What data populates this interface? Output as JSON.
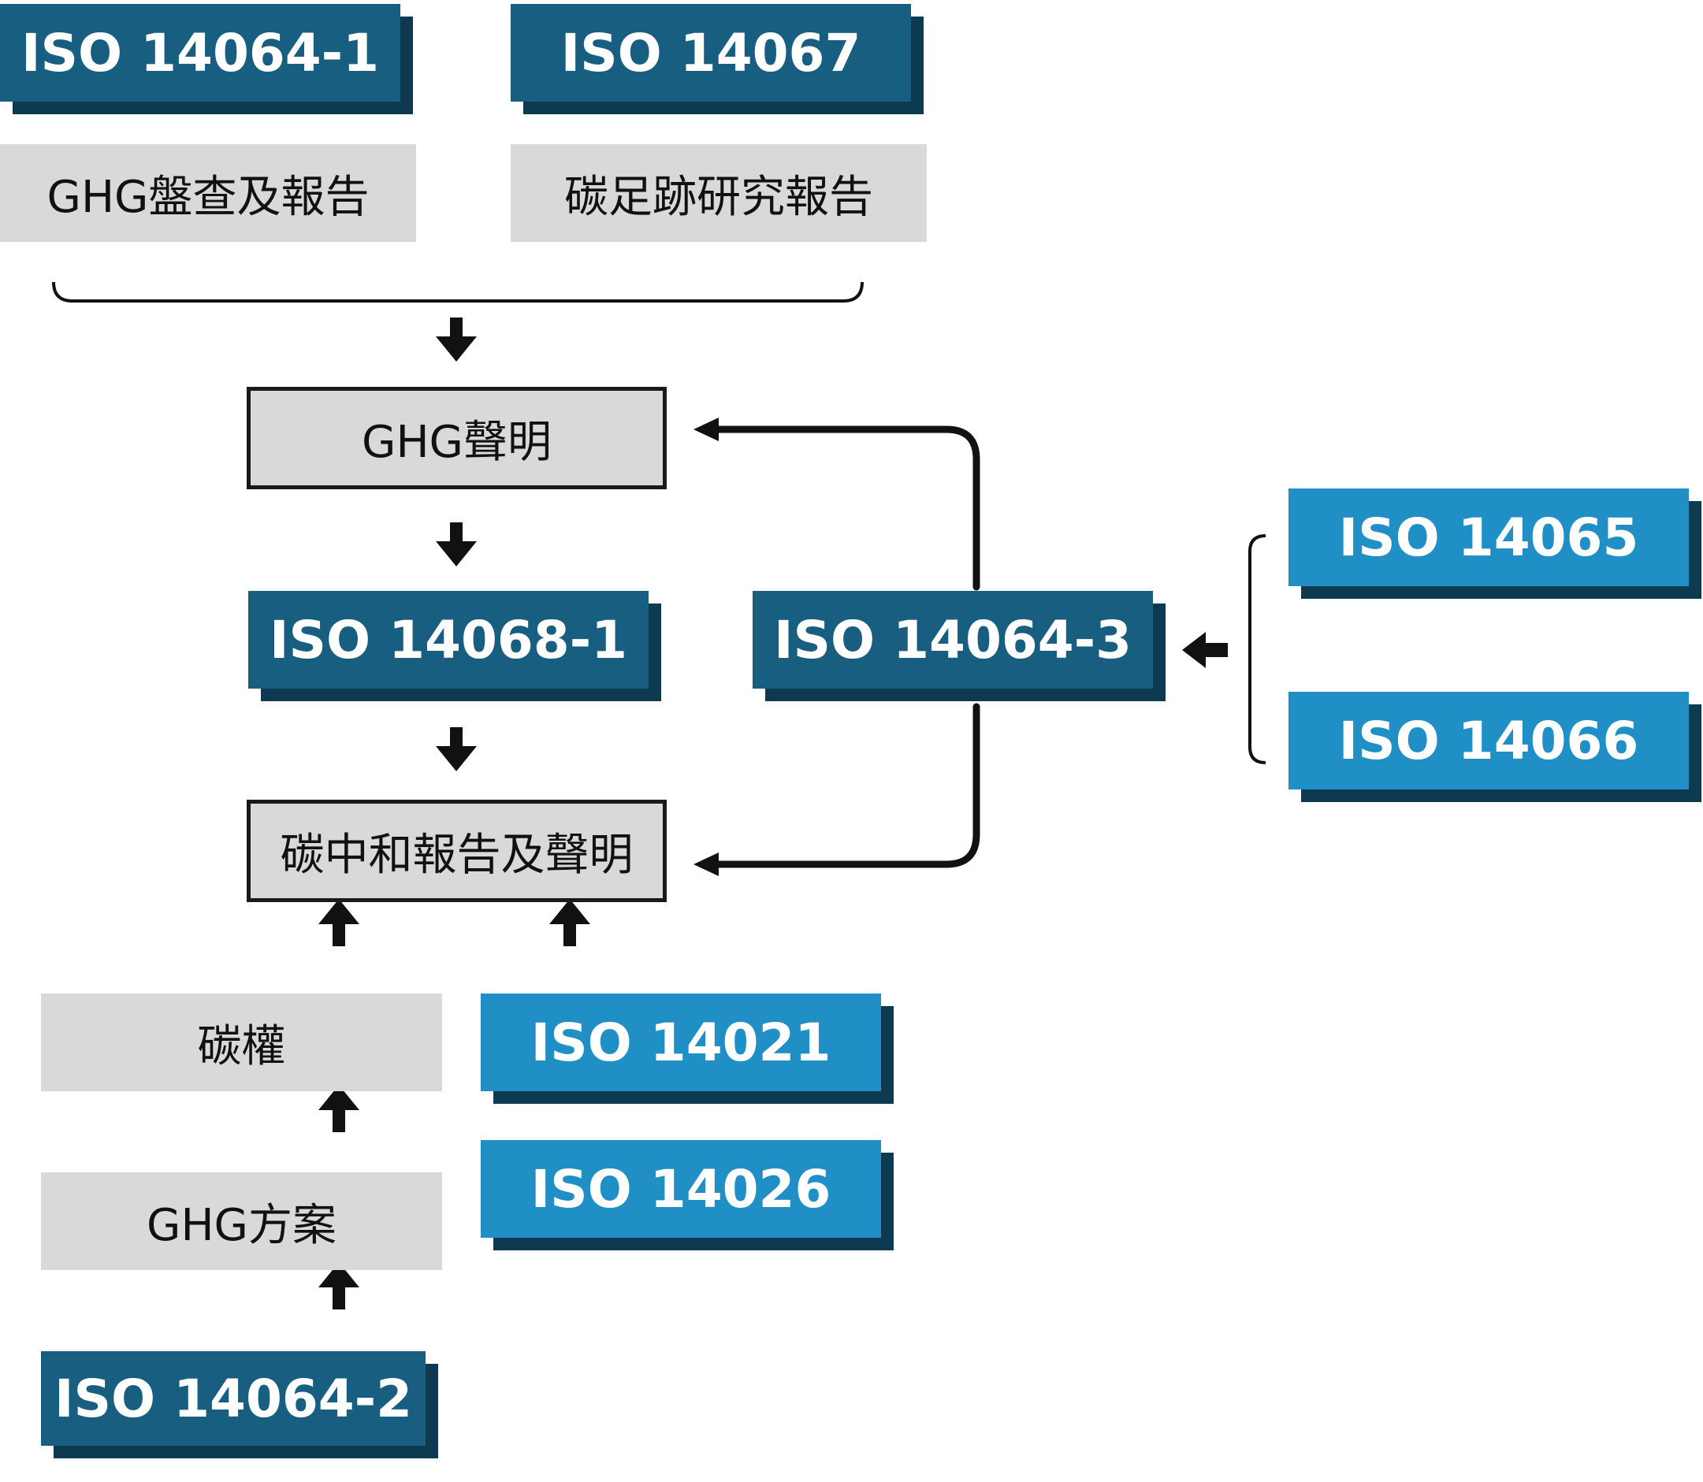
{
  "nodes": {
    "iso_14064_1": "ISO 14064-1",
    "iso_14067": "ISO 14067",
    "ghg_inventory_report": "GHG盤查及報告",
    "carbon_footprint_report": "碳足跡研究報告",
    "ghg_statement": "GHG聲明",
    "iso_14068_1": "ISO 14068-1",
    "iso_14064_3": "ISO 14064-3",
    "iso_14065": "ISO 14065",
    "iso_14066": "ISO 14066",
    "carbon_neutral_report": "碳中和報告及聲明",
    "carbon_credits": "碳權",
    "iso_14021": "ISO 14021",
    "ghg_project": "GHG方案",
    "iso_14026": "ISO 14026",
    "iso_14064_2": "ISO 14064-2"
  },
  "colors": {
    "dark_blue": "#185e80",
    "light_blue": "#1f8fc5",
    "shadow": "#0d3a51",
    "gray": "#d9d9d9",
    "line": "#111111"
  }
}
